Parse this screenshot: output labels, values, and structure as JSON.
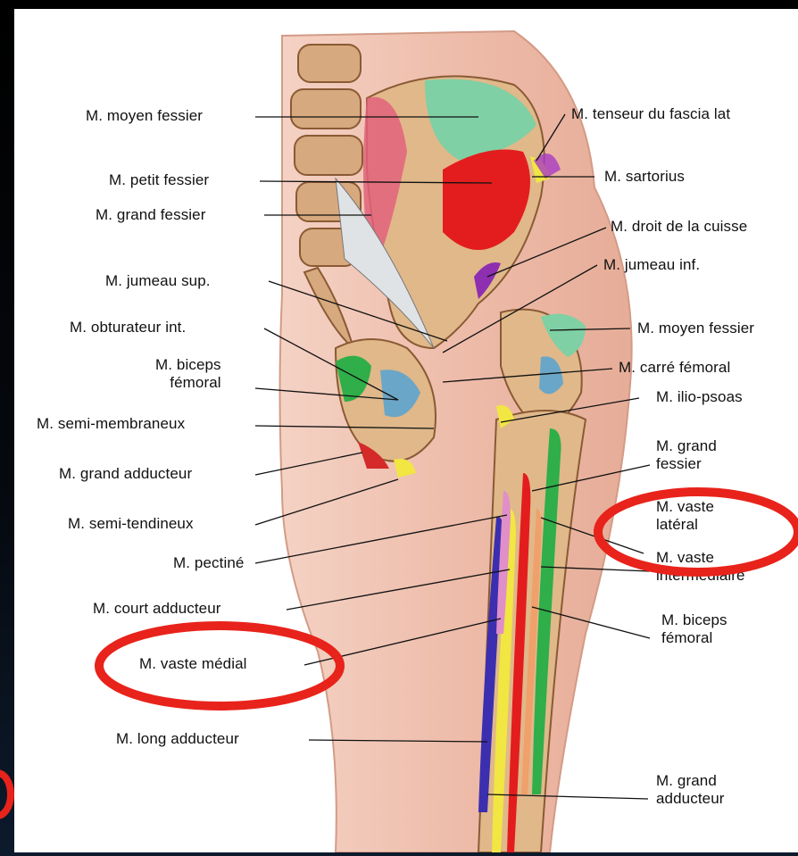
{
  "diagram": {
    "labels_left": [
      "M. moyen fessier",
      "M. petit fessier",
      "M. grand fessier",
      "M. jumeau sup.",
      "M. obturateur int.",
      "M. biceps\nfémoral",
      "M. semi-membraneux",
      "M. grand adducteur",
      "M. semi-tendineux",
      "M. pectiné",
      "M. court adducteur",
      "M. vaste médial",
      "M. long adducteur"
    ],
    "labels_right": [
      "M. tenseur du fascia lat",
      "M. sartorius",
      "M. droit de la cuisse",
      "M. jumeau inf.",
      "M. moyen fessier",
      "M. carré fémoral",
      "M. ilio-psoas",
      "M. grand\nfessier",
      "M. vaste\nlatéral",
      "M. vaste\nintermédiaire",
      "M. biceps\nfémoral",
      "M. grand\nadducteur"
    ],
    "highlight_color": "#e8231b"
  }
}
